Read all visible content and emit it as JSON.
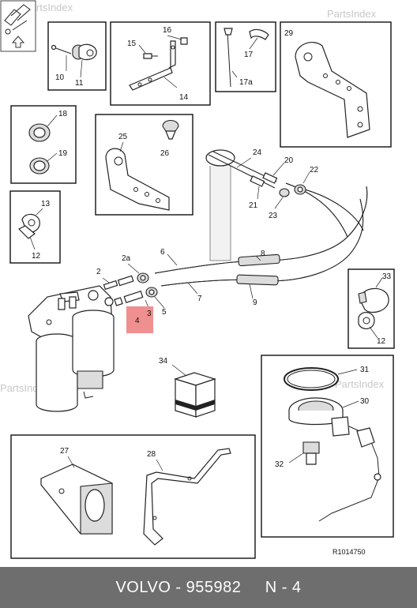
{
  "watermark": "PartsIndex",
  "diagram_ref": "R1014750",
  "callouts": {
    "c2": "2",
    "c2a": "2a",
    "c3": "3",
    "c4": "4",
    "c5": "5",
    "c6": "6",
    "c7": "7",
    "c8": "8",
    "c9": "9",
    "c10": "10",
    "c11": "11",
    "c12a": "12",
    "c12b": "12",
    "c13": "13",
    "c14": "14",
    "c15": "15",
    "c16": "16",
    "c17": "17",
    "c17a": "17a",
    "c18": "18",
    "c19": "19",
    "c20": "20",
    "c21": "21",
    "c22": "22",
    "c23": "23",
    "c24": "24",
    "c25": "25",
    "c26": "26",
    "c27": "27",
    "c28": "28",
    "c29": "29",
    "c30": "30",
    "c31": "31",
    "c32": "32",
    "c33": "33",
    "c34": "34"
  },
  "highlight": {
    "callout": "4",
    "color": "#f08f8f"
  },
  "footer": {
    "brand": "VOLVO",
    "part_number": "955982",
    "position": "N - 4",
    "separator": " - "
  }
}
